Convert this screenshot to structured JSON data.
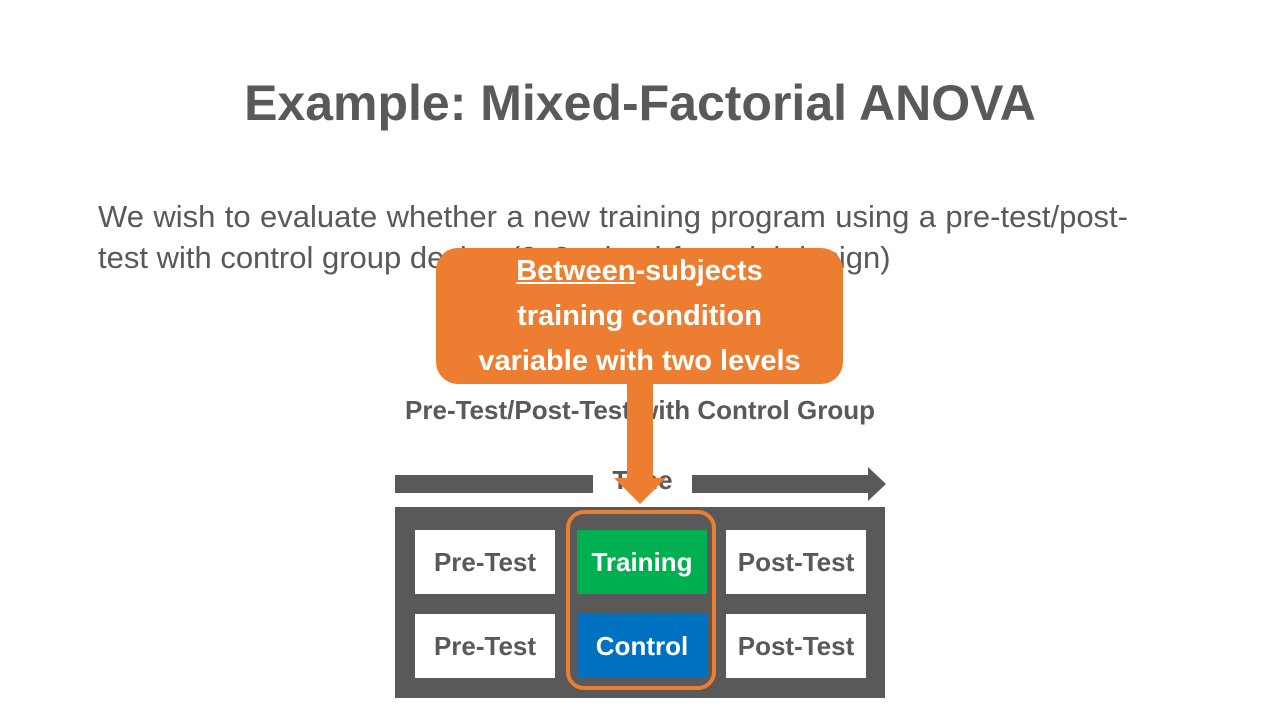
{
  "slide": {
    "title": "Example: Mixed-Factorial ANOVA",
    "body_text": "We wish to evaluate whether a new training program using a pre-test/post-test with control group design (2x2 mixed-factorial design)"
  },
  "diagram": {
    "title": "Pre-Test/Post-Test with Control Group",
    "time_label": "Time",
    "rows": [
      {
        "pre": "Pre-Test",
        "condition": "Training",
        "post": "Post-Test"
      },
      {
        "pre": "Pre-Test",
        "condition": "Control",
        "post": "Post-Test"
      }
    ]
  },
  "callout": {
    "line1_underlined": "Between",
    "line1_rest": "-subjects",
    "line2": "training condition",
    "line3": "variable with two levels"
  },
  "colors": {
    "text_gray": "#595959",
    "accent_orange": "#ed7d31",
    "training_green": "#00b050",
    "control_blue": "#0070c0"
  }
}
